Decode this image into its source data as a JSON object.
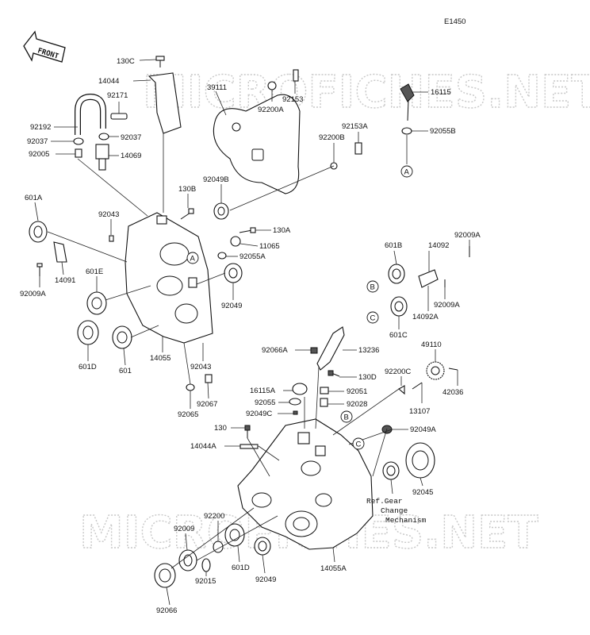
{
  "diagram": {
    "code": "E1450",
    "front_label": "FRONT",
    "watermark": "MICROFICHES.NET",
    "reference_note": [
      "Ref.Gear",
      "Change",
      "Mechanism"
    ],
    "callouts_text": [
      "A",
      "B",
      "C"
    ],
    "parts": [
      "130C",
      "14044",
      "92171",
      "92192",
      "92037",
      "92037",
      "92005",
      "14069",
      "39111",
      "92200A",
      "92153",
      "16115",
      "92055B",
      "92153A",
      "92200B",
      "130B",
      "92049B",
      "601A",
      "92043",
      "130A",
      "11065",
      "92055A",
      "14091",
      "92009A",
      "601E",
      "92049",
      "601D",
      "601",
      "14055",
      "92043",
      "92067",
      "92065",
      "601B",
      "14092",
      "92009A",
      "92009A",
      "14092A",
      "601C",
      "92066A",
      "13236",
      "130D",
      "49110",
      "92200C",
      "42036",
      "16115A",
      "92051",
      "92055",
      "92028",
      "13107",
      "92049C",
      "130",
      "92049A",
      "14044A",
      "92045",
      "92200",
      "92009",
      "92015",
      "601D",
      "92049",
      "14055A",
      "92066"
    ]
  }
}
